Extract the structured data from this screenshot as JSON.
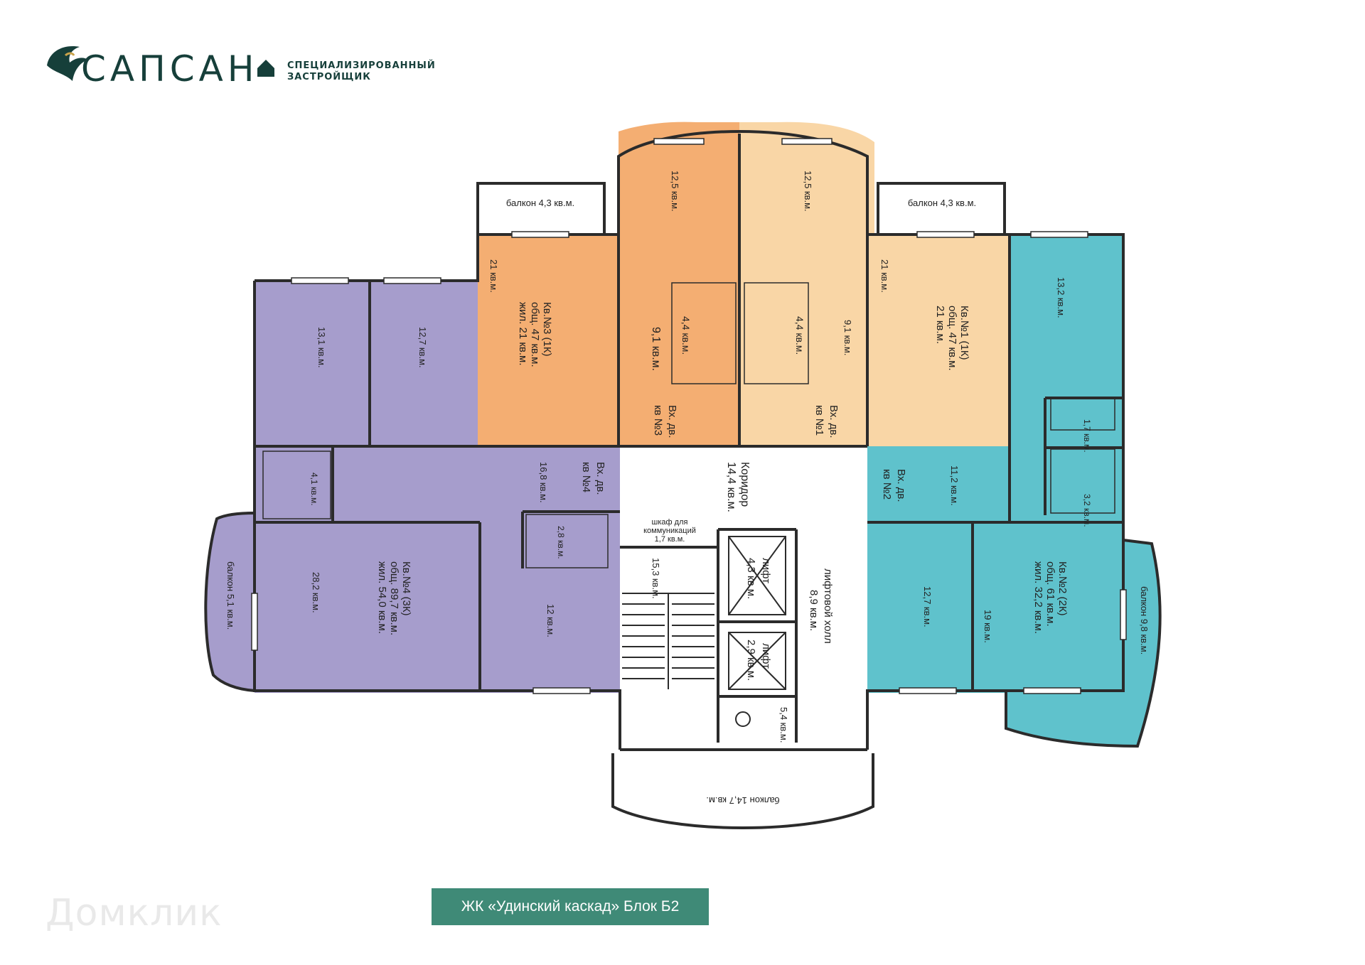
{
  "brand": {
    "logo_text": "САПСАН",
    "tagline_line1": "СПЕЦИАЛИЗИРОВАННЫЙ",
    "tagline_line2": "ЗАСТРОЙЩИК"
  },
  "caption": "ЖК «Удинский каскад» Блок Б2",
  "watermark": "Домклик",
  "colors": {
    "apt1": "#f9d6a6",
    "apt2": "#5fc2cc",
    "apt3": "#f4ae72",
    "apt4": "#a69dcc",
    "wall": "#2b2b2b",
    "brand": "#163f3a",
    "caption_bg": "#3f8a77"
  },
  "apartments": {
    "apt1": {
      "title": "Кв.№1 (1К)",
      "total": "общ. 47 кв.м.",
      "living": "жил. 21 кв.м."
    },
    "apt2": {
      "title": "Кв.№2 (2К)",
      "total": "общ. 61 кв.м.",
      "living": "жил. 32,2 кв.м."
    },
    "apt3": {
      "title": "Кв.№3 (1К)",
      "total": "общ. 47 кв.м.",
      "living": "жил. 21 кв.м."
    },
    "apt4": {
      "title": "Кв.№4 (3К)",
      "total": "общ. 89,7 кв.м.",
      "living": "жил. 54,0 кв.м."
    }
  },
  "labels": {
    "balcony_43_left": "балкон 4,3 кв.м.",
    "balcony_43_right": "балкон 4,3 кв.м.",
    "a3_room21": "21 кв.м.",
    "a3_room125": "12,5 кв.м.",
    "a3_hall": "9,1 кв.м.",
    "a3_bath": "4,4 кв.м.",
    "a3_entry_1": "Вх. дв.",
    "a3_entry_2": "кв №3",
    "a1_room125": "12,5 кв.м.",
    "a1_bath": "4,4 кв.м.",
    "a1_hall": "9,1 кв.м.",
    "a1_room21": "21 кв.м.",
    "a1_entry_1": "Вх. дв.",
    "a1_entry_2": "кв №1",
    "a2_room132": "13,2 кв.м.",
    "a2_wc": "1,7 кв.м.",
    "a2_bath": "3,2 кв.м.",
    "a2_hall": "11,2 кв.м.",
    "a2_room127": "12,7 кв.м.",
    "a2_room19": "19 кв.м.",
    "a2_balcony": "балкон 9,8 кв.м.",
    "a2_entry_1": "Вх. дв.",
    "a2_entry_2": "кв №2",
    "a4_room131": "13,1 кв.м.",
    "a4_room127": "12,7 кв.м.",
    "a4_bath": "4,1 кв.м.",
    "a4_hall": "16,8 кв.м.",
    "a4_wc": "2,8 кв.м.",
    "a4_room282": "28,2 кв.м.",
    "a4_room12": "12 кв.м.",
    "a4_balcony": "балкон 5,1 кв.м.",
    "a4_entry_1": "Вх. дв.",
    "a4_entry_2": "кв №4",
    "corridor": "Коридор",
    "corridor_area": "14,4 кв.м.",
    "closet_1": "шкаф для",
    "closet_2": "коммуникаций",
    "closet_3": "1,7 кв.м.",
    "stair": "15,3 кв.м.",
    "lift1": "лифт",
    "lift1_area": "4,3 кв.м.",
    "lift2": "лифт",
    "lift2_area": "2,9 кв.м.",
    "lift_hall": "лифтовой холл",
    "lift_hall_area": "8,9 кв.м.",
    "small_room": "5,4 кв.м.",
    "balcony_bottom": "балкон 14,7 кв.м."
  }
}
